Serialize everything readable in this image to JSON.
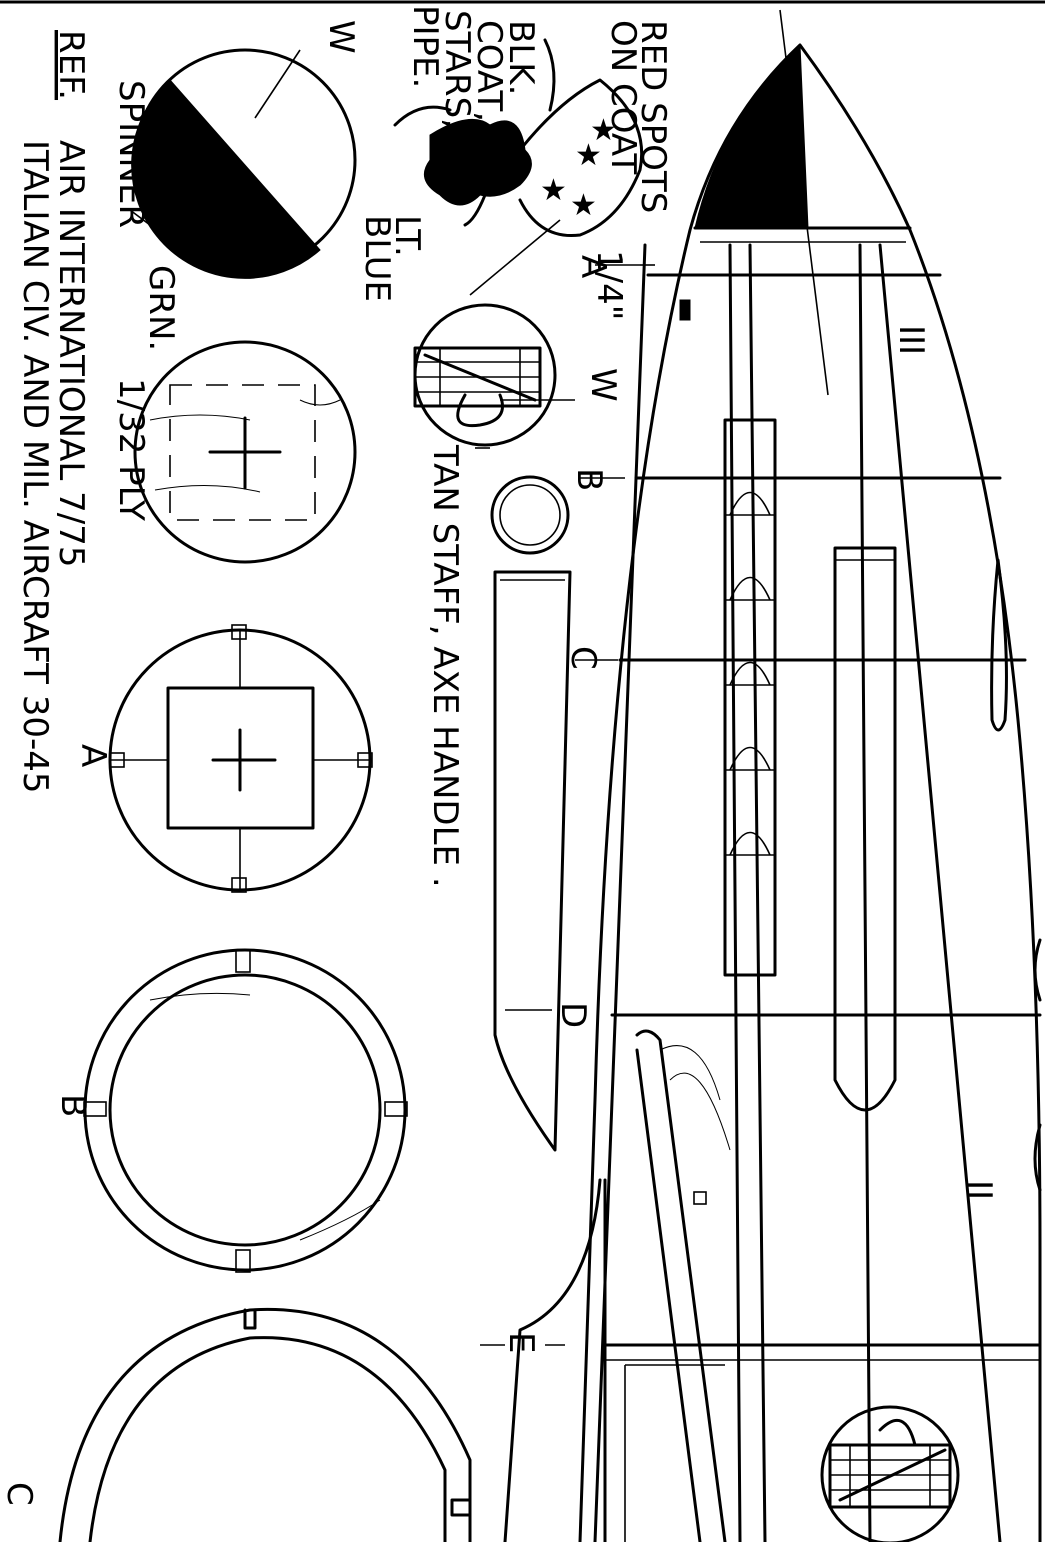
{
  "labels": {
    "red_spots": [
      "RED SPOTS",
      "ON COAT"
    ],
    "blk_coat": [
      "BLK.",
      "COAT,",
      "STARS,",
      "PIPE."
    ],
    "lt_blue": [
      "LT.",
      "BLUE"
    ],
    "tan_staff": "TAN STAFF, AXE HANDLE .",
    "scale": "1/4\"",
    "w_top": "W",
    "w_mid": "W",
    "spinner": "SPINNER",
    "grn": "GRN.",
    "ply": "1/32 PLY",
    "ref_label": "REF.",
    "ref_line1": "AIR INTERNATIONAL  7/75",
    "ref_line2": "ITALIAN CIV. AND MIL. AIRCRAFT  30-45"
  },
  "stations": {
    "a_top": "A",
    "b_top": "B",
    "c_top": "C",
    "d_top": "D",
    "e_top": "E",
    "a_form": "A",
    "b_form": "B",
    "c_form": "C"
  },
  "markings": {
    "iii": "III",
    "ii": "II"
  }
}
